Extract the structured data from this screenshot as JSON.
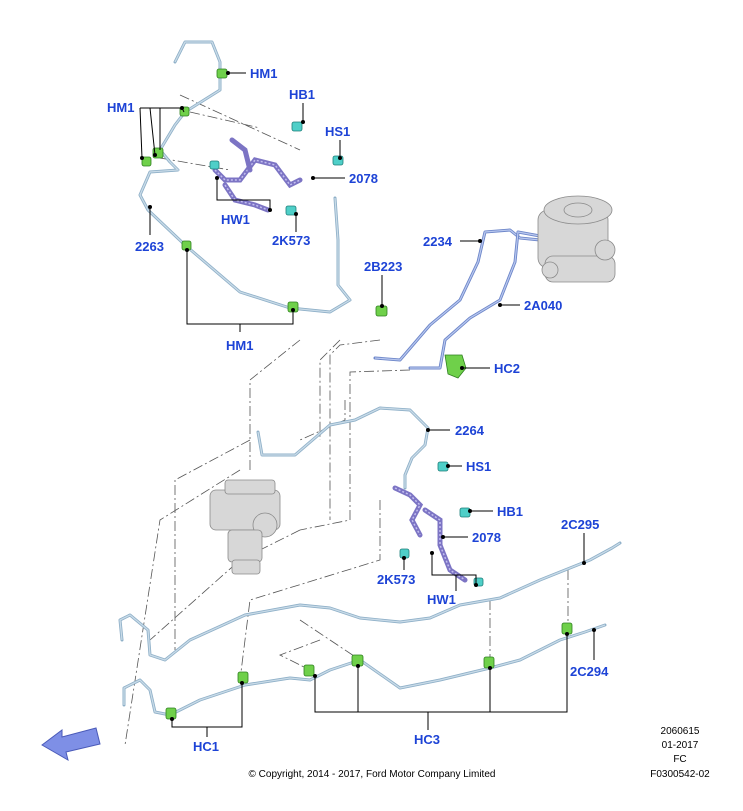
{
  "labels": {
    "hm1_top": "HM1",
    "hb1_top": "HB1",
    "hm1_left": "HM1",
    "hs1_top": "HS1",
    "n2078_top": "2078",
    "hw1_top": "HW1",
    "n2k573_top": "2K573",
    "n2263": "2263",
    "n2234": "2234",
    "n2b223": "2B223",
    "n2a040": "2A040",
    "hc2": "HC2",
    "hm1_bottom": "HM1",
    "n2264": "2264",
    "hs1_mid": "HS1",
    "hb1_mid": "HB1",
    "n2078_mid": "2078",
    "n2c295": "2C295",
    "n2k573_mid": "2K573",
    "hw1_mid": "HW1",
    "n2c294": "2C294",
    "hc1": "HC1",
    "hc3": "HC3"
  },
  "stamp": {
    "line1": "2060615",
    "line2": "01-2017",
    "line3": "FC",
    "line4": "F0300542-02"
  },
  "copyright": "© Copyright, 2014 - 2017, Ford Motor Company Limited",
  "colors": {
    "label": "#1d43d6",
    "clip": "#6fd04a",
    "pipe": "#8fb0c8",
    "hose": "#7c74c4",
    "arrow": "#7e8fe6"
  },
  "icons": [
    "direction-arrow-icon",
    "master-cylinder-icon",
    "abs-module-icon"
  ]
}
